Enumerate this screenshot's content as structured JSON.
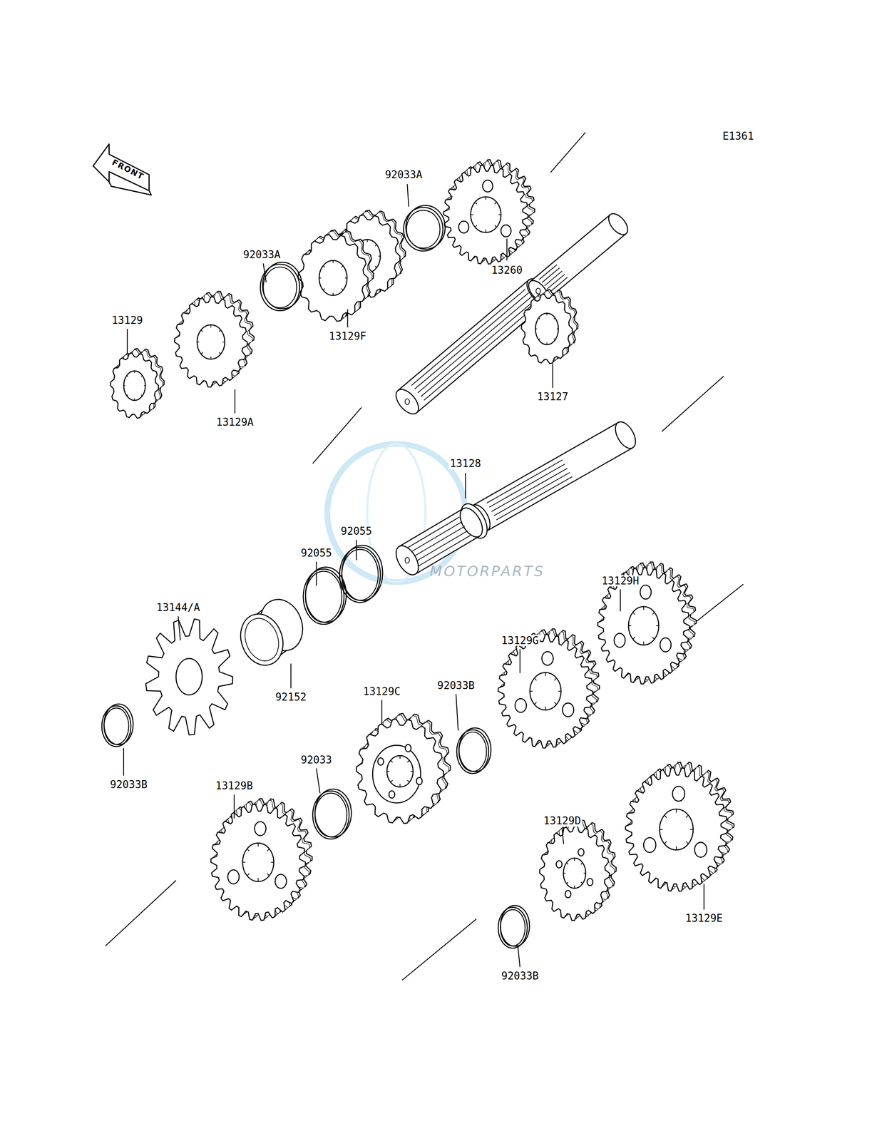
{
  "diagram": {
    "labels": [
      "E1361",
      "FRONT",
      "92033A",
      "92033A",
      "13260",
      "13129",
      "13129F",
      "13127",
      "13129A",
      "13128",
      "92055",
      "92055",
      "MOTORPARTS",
      "13129H",
      "13144/A",
      "13129G",
      "13129C",
      "92033B",
      "92152",
      "92033",
      "92033B",
      "13129B",
      "13129D",
      "13129E",
      "92033B"
    ]
  }
}
